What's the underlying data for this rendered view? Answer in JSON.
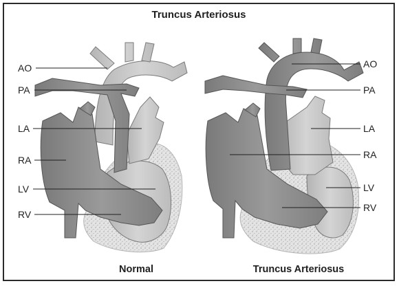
{
  "title": "Truncus Arteriosus",
  "left_heart": {
    "caption": "Normal",
    "labels": [
      "AO",
      "PA",
      "LA",
      "RA",
      "LV",
      "RV"
    ]
  },
  "right_heart": {
    "caption": "Truncus Arteriosus",
    "labels": [
      "AO",
      "PA",
      "LA",
      "RA",
      "LV",
      "RV"
    ]
  },
  "colors": {
    "border": "#2a2a2a",
    "right_side_dark": "#8c8c8c",
    "left_side_light": "#c8c8c8",
    "pericardium_stipple": "#d8d8d8",
    "text": "#1f1f1f"
  }
}
